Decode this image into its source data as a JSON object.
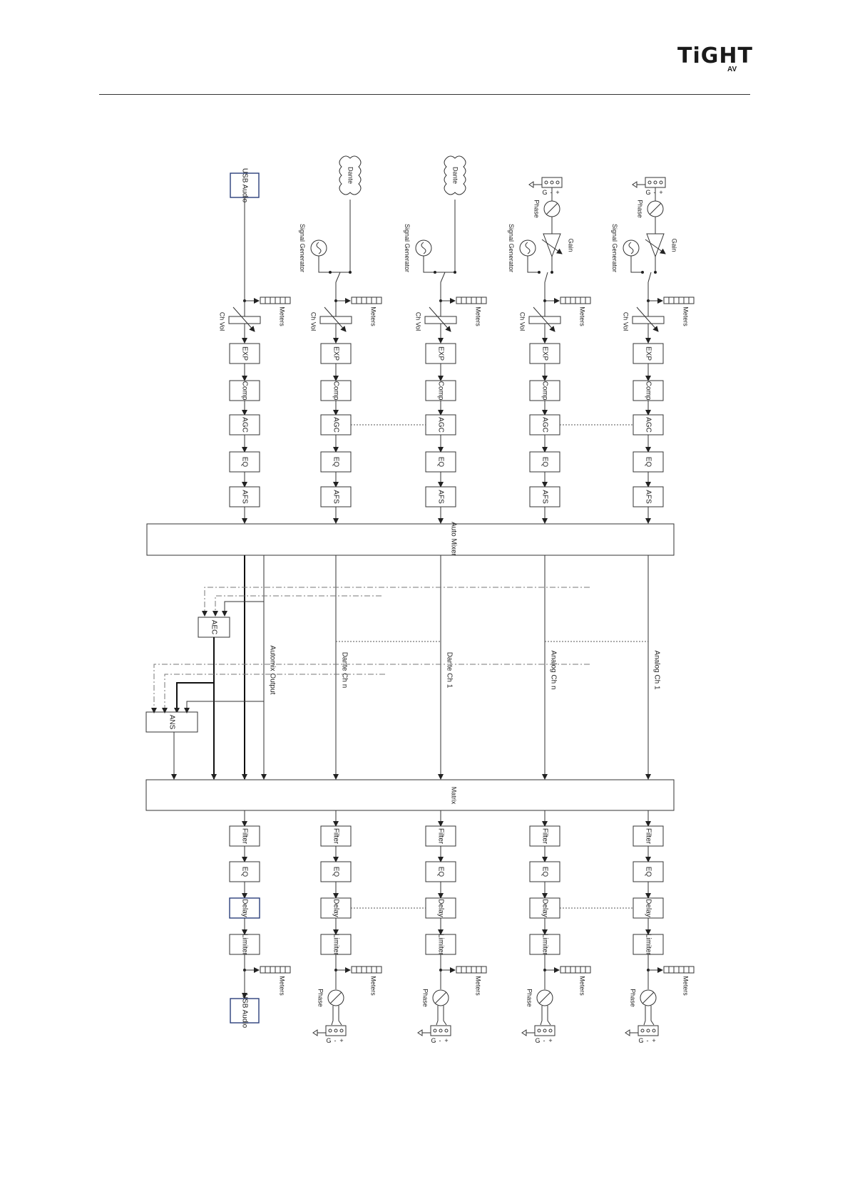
{
  "logo": {
    "main": "TiGHT",
    "sub": "AV"
  },
  "diagram": {
    "input_sources": [
      "USB Audio",
      "Dante",
      "Dante",
      "",
      ""
    ],
    "input_terminal_labels": [
      "G",
      "-",
      "+"
    ],
    "phase_label": "Phase",
    "gain_label": "Gain",
    "signal_generator_label": "Signal Generator",
    "meters_label": "Meters",
    "ch_vol_label": "Ch Vol",
    "input_chain": [
      "EXP",
      "Comp",
      "AGC",
      "EQ",
      "AFS"
    ],
    "auto_mixer_label": "Auto Mixer",
    "matrix_label": "Matrix",
    "aec_label": "AEC",
    "ans_label": "ANS",
    "bus_labels": [
      "Automix Output",
      "Dante Ch n",
      "Dante Ch 1",
      "Analog Ch n",
      "Analog Ch 1"
    ],
    "output_chain": [
      "Filter",
      "EQ",
      "Delay",
      "Limiter"
    ],
    "output_sink_usb": "USB Audio",
    "output_terminal_labels": [
      "G",
      "-",
      "+"
    ]
  }
}
